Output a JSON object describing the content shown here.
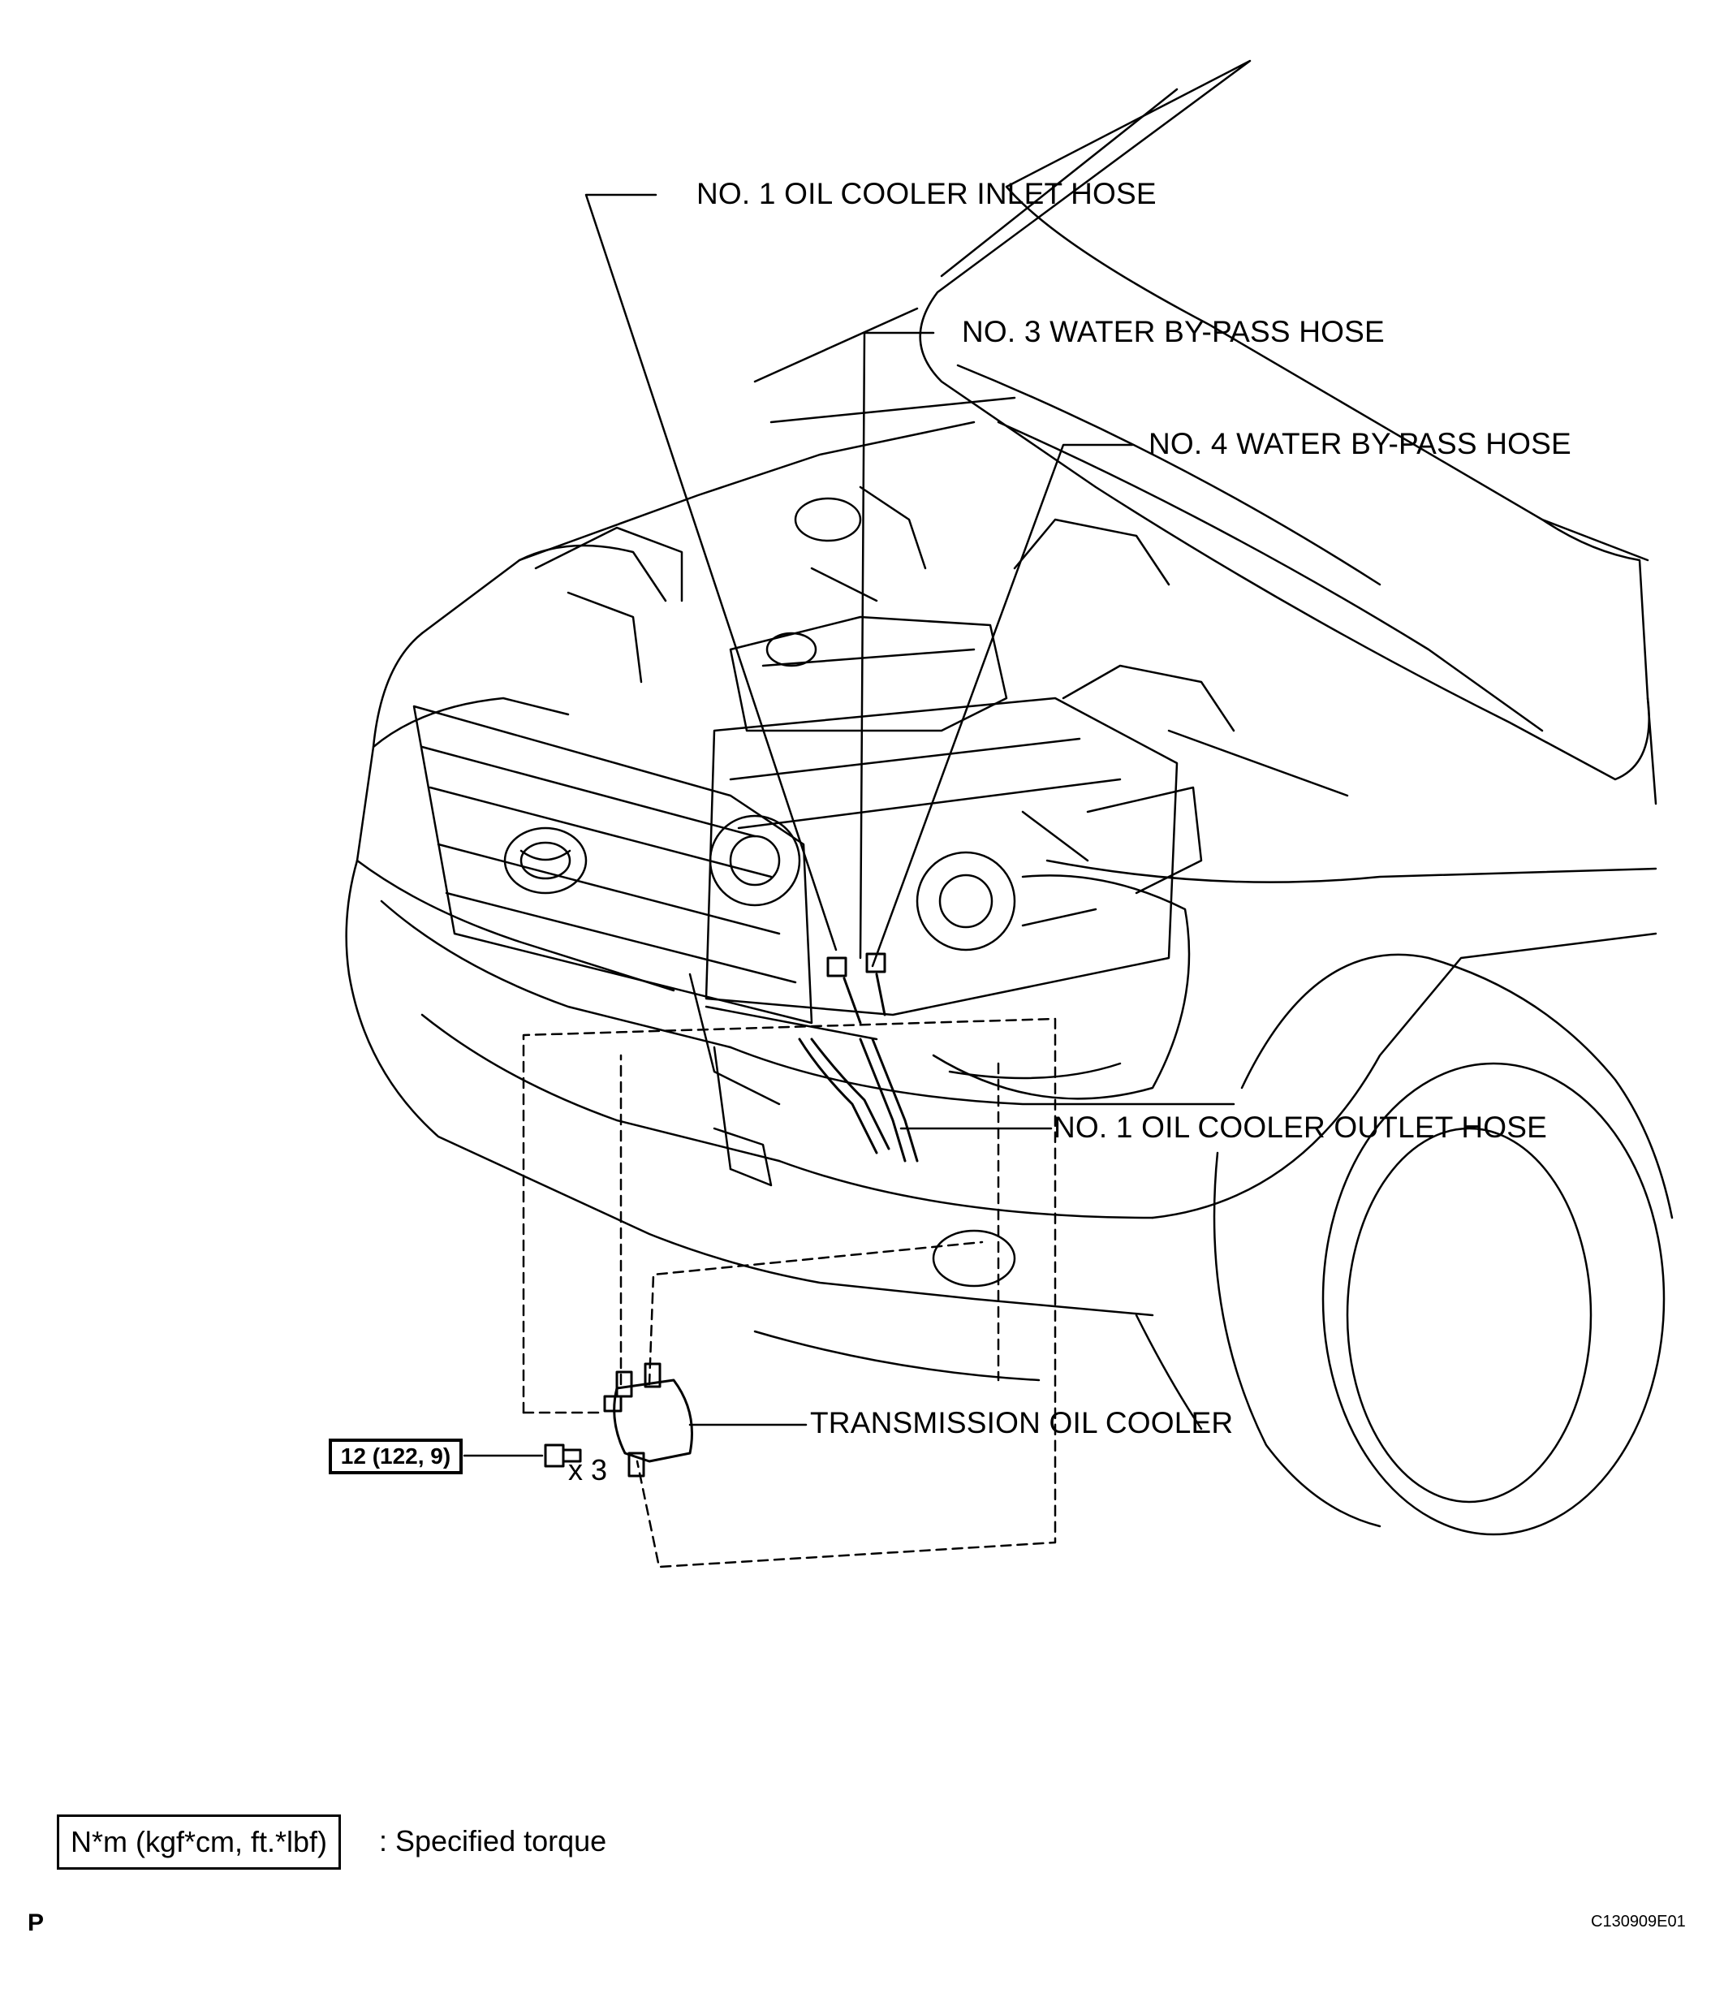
{
  "labels": {
    "inlet_hose": "NO. 1 OIL COOLER INLET HOSE",
    "water_hose_3": "NO. 3 WATER BY-PASS HOSE",
    "water_hose_4": "NO. 4 WATER BY-PASS HOSE",
    "outlet_hose": "NO. 1 OIL COOLER OUTLET HOSE",
    "oil_cooler": "TRANSMISSION OIL COOLER"
  },
  "torque": {
    "value": "12 (122, 9)",
    "quantity": "x 3"
  },
  "legend": {
    "unit_box": "N*m (kgf*cm, ft.*lbf)",
    "description": ": Specified torque"
  },
  "footer": {
    "page_mark": "P",
    "figure_code": "C130909E01"
  }
}
